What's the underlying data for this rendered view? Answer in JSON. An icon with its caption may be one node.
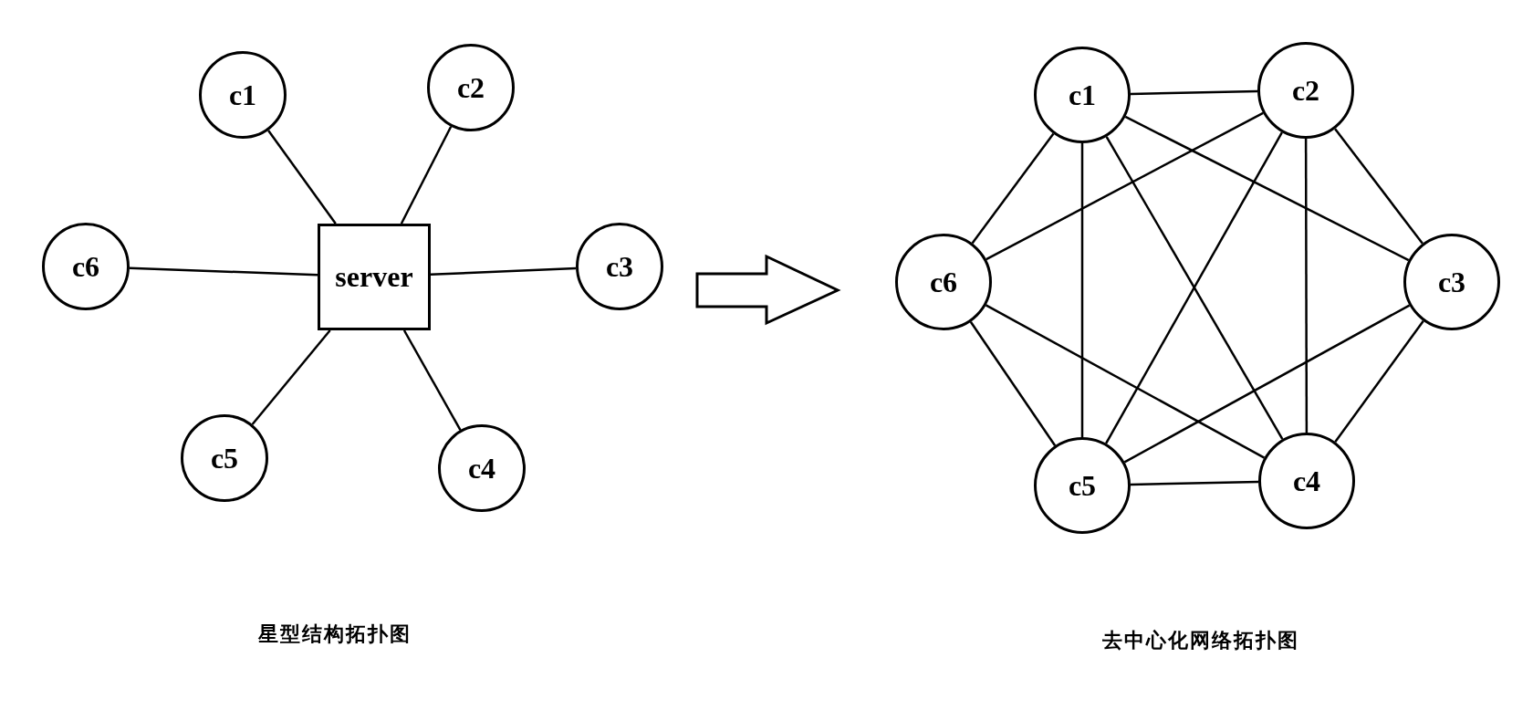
{
  "diagram": {
    "nodes": [
      {
        "text": [
          "server"
        ]
      },
      {
        "text": [
          "c1"
        ]
      },
      {
        "text": [
          "c2"
        ]
      },
      {
        "text": [
          "c6"
        ]
      },
      {
        "text": [
          "c3"
        ]
      },
      {
        "text": [
          "c5"
        ]
      },
      {
        "text": [
          "c4"
        ]
      },
      {
        "text": [
          "c1"
        ]
      },
      {
        "text": [
          "c2"
        ]
      },
      {
        "text": [
          "c6"
        ]
      },
      {
        "text": [
          "c3"
        ]
      },
      {
        "text": [
          "c5"
        ]
      },
      {
        "text": [
          "c4"
        ]
      }
    ],
    "edges": [
      {
        "from": 0,
        "to": 1,
        "arrow": "none"
      },
      {
        "from": 0,
        "to": 2,
        "arrow": "none"
      },
      {
        "from": 0,
        "to": 3,
        "arrow": "none"
      },
      {
        "from": 0,
        "to": 4,
        "arrow": "none"
      },
      {
        "from": 0,
        "to": 5,
        "arrow": "none"
      },
      {
        "from": 0,
        "to": 6,
        "arrow": "none"
      },
      {
        "from": 7,
        "to": 8,
        "arrow": "none"
      },
      {
        "from": 7,
        "to": 9,
        "arrow": "none"
      },
      {
        "from": 7,
        "to": 11,
        "arrow": "none"
      },
      {
        "from": 7,
        "to": 12,
        "arrow": "none"
      },
      {
        "from": 7,
        "to": 10,
        "arrow": "none"
      },
      {
        "from": 8,
        "to": 9,
        "arrow": "none"
      },
      {
        "from": 8,
        "to": 11,
        "arrow": "none"
      },
      {
        "from": 8,
        "to": 12,
        "arrow": "none"
      },
      {
        "from": 8,
        "to": 10,
        "arrow": "none"
      },
      {
        "from": 9,
        "to": 12,
        "arrow": "none"
      },
      {
        "from": 9,
        "to": 11,
        "arrow": "none"
      },
      {
        "from": 10,
        "to": 11,
        "arrow": "none"
      },
      {
        "from": 10,
        "to": 12,
        "arrow": "none"
      },
      {
        "from": 11,
        "to": 12,
        "arrow": "none"
      }
    ],
    "labels": [
      "星型结构拓扑图",
      "去中心化网络拓扑图"
    ]
  }
}
